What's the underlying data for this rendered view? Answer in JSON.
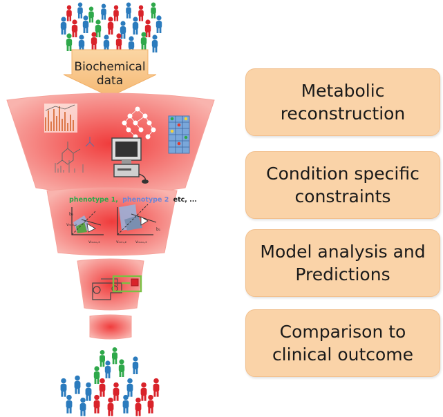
{
  "arrow_label": "Biochemical\ndata",
  "phenotype_strip": {
    "phenotype1": "phenotype 1,",
    "phenotype2": "phenotype 2",
    "rest": "etc, ..."
  },
  "stages": [
    {
      "label": "Metabolic\nreconstruction"
    },
    {
      "label": "Condition specific\nconstraints"
    },
    {
      "label": "Model analysis and\nPredictions"
    },
    {
      "label": "Comparison to\nclinical outcome"
    }
  ],
  "plot_labels": {
    "vmin": "vₘᵢₙ,₂",
    "vmax": "vₘₐₓ,₂",
    "b1": "b₁",
    "b2": "b₂"
  },
  "colors": {
    "person_blue": "#2b7bbd",
    "person_red": "#d9232a",
    "person_green": "#2ea84a",
    "funnel_pink": "#f7a8a4",
    "funnel_red": "#f04a4a",
    "arrow": "#f8c68b",
    "box": "#fad3a8"
  }
}
